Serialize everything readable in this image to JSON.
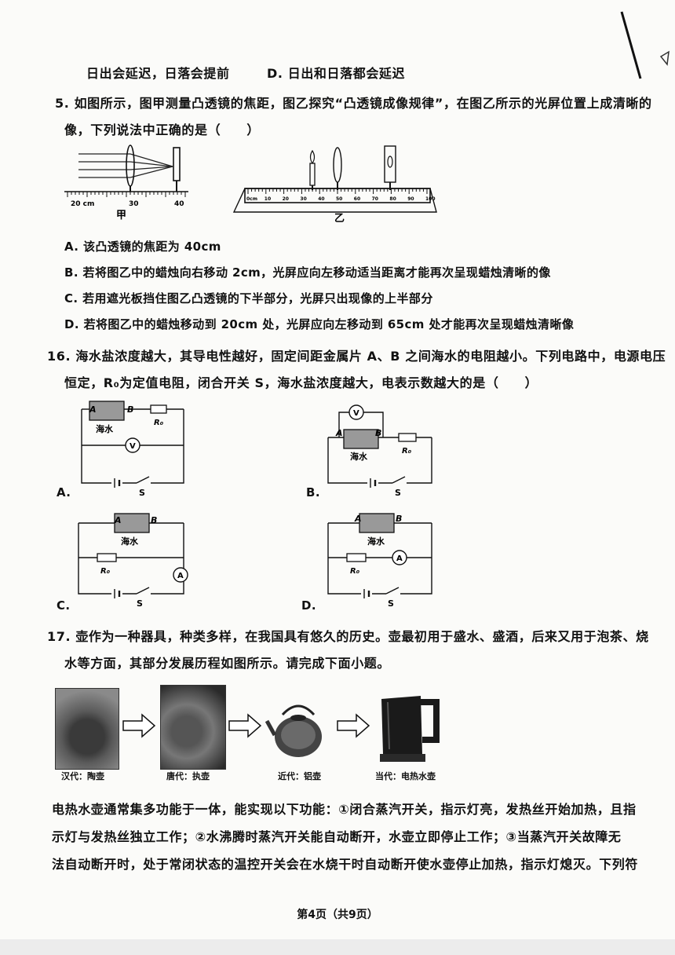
{
  "top_line": {
    "c_tail": "日出会延迟，日落会提前",
    "d_option": "D. 日出和日落都会延迟"
  },
  "q15": {
    "stem_1": "5. 如图所示，图甲测量凸透镜的焦距，图乙探究“凸透镜成像规律”，在图乙所示的光屏位置上成清晰的",
    "stem_2": "像，下列说法中正确的是（　　）",
    "fig_a": {
      "label": "甲",
      "ticks": [
        "20 cm",
        "30",
        "40"
      ]
    },
    "fig_b": {
      "label": "乙",
      "ticks": [
        "0cm",
        "10",
        "20",
        "30",
        "40",
        "50",
        "60",
        "70",
        "80",
        "90",
        "100"
      ]
    },
    "options": [
      "A. 该凸透镜的焦距为 40cm",
      "B. 若将图乙中的蜡烛向右移动 2cm，光屏应向左移动适当距离才能再次呈现蜡烛清晰的像",
      "C. 若用遮光板挡住图乙凸透镜的下半部分，光屏只出现像的上半部分",
      "D. 若将图乙中的蜡烛移动到 20cm 处，光屏应向左移动到 65cm 处才能再次呈现蜡烛清晰像"
    ]
  },
  "q16": {
    "stem_1": "16. 海水盐浓度越大，其导电性越好，固定间距金属片 A、B 之间海水的电阻越小。下列电路中，电源电压",
    "stem_2": "恒定，R₀为定值电阻，闭合开关 S，海水盐浓度越大，电表示数越大的是（　　）",
    "circuit_labels": {
      "a": "A",
      "b": "B",
      "seawater": "海水",
      "r0": "R₀",
      "v": "V",
      "amp": "A",
      "s": "S"
    },
    "options": [
      "A.",
      "B.",
      "C.",
      "D."
    ]
  },
  "q17": {
    "stem_1": "17. 壶作为一种器具，种类多样，在我国具有悠久的历史。壶最初用于盛水、盛酒，后来又用于泡茶、烧",
    "stem_2": "水等方面，其部分发展历程如图所示。请完成下面小题。",
    "captions": [
      "汉代：陶壶",
      "唐代：执壶",
      "近代：铝壶",
      "当代：电热水壶"
    ],
    "para": [
      "电热水壶通常集多功能于一体，能实现以下功能：①闭合蒸汽开关，指示灯亮，发热丝开始加热，且指",
      "示灯与发热丝独立工作；②水沸腾时蒸汽开关能自动断开，水壶立即停止工作；③当蒸汽开关故障无",
      "法自动断开时，处于常闭状态的温控开关会在水烧干时自动断开使水壶停止加热，指示灯熄灭。下列符"
    ]
  },
  "footer": "第4页（共9页）"
}
